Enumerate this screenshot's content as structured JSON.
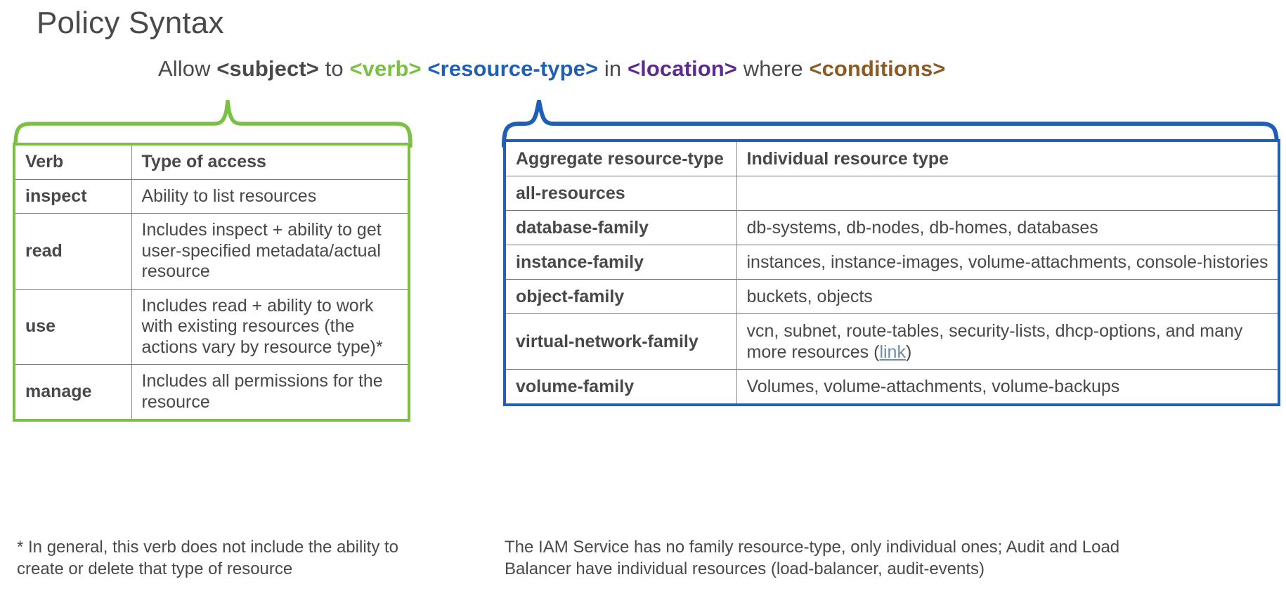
{
  "page_title": "Policy Syntax",
  "colors": {
    "verb_green": "#7ac143",
    "resource_type_blue": "#1f5fb5",
    "location_purple": "#5d2b8e",
    "conditions_brown": "#8c5a22",
    "text_gray": "#494949",
    "link_blue_gray": "#6f8ca6"
  },
  "policy_statement": {
    "full_text": "Allow <subject> to <verb> <resource-type> in <location> where <conditions>",
    "word_allow": "Allow",
    "token_subject": "<subject>",
    "word_to": "to",
    "token_verb": "<verb>",
    "token_resource_type": "<resource-type>",
    "word_in": "in",
    "token_location": "<location>",
    "word_where": "where",
    "token_conditions": "<conditions>"
  },
  "verb_table": {
    "headers": [
      "Verb",
      "Type of access"
    ],
    "rows": [
      {
        "verb": "inspect",
        "access": "Ability to list resources"
      },
      {
        "verb": "read",
        "access": "Includes inspect + ability to get user-specified metadata/actual resource"
      },
      {
        "verb": "use",
        "access": "Includes read + ability to work with existing resources (the actions vary by resource type)*"
      },
      {
        "verb": "manage",
        "access": "Includes all permissions for the resource"
      }
    ]
  },
  "resource_type_table": {
    "headers": [
      "Aggregate resource-type",
      "Individual resource type"
    ],
    "rows": [
      {
        "aggregate": "all-resources",
        "individual": ""
      },
      {
        "aggregate": "database-family",
        "individual": "db-systems, db-nodes, db-homes, databases"
      },
      {
        "aggregate": "instance-family",
        "individual": "instances, instance-images, volume-attachments, console-histories"
      },
      {
        "aggregate": "object-family",
        "individual": "buckets, objects"
      },
      {
        "aggregate": "virtual-network-family",
        "individual_prefix": "vcn, subnet, route-tables, security-lists, dhcp-options, and many more resources (",
        "individual_link": "link",
        "individual_suffix": ")"
      },
      {
        "aggregate": "volume-family",
        "individual": "Volumes, volume-attachments, volume-backups"
      }
    ]
  },
  "footnotes": {
    "verb_note": "* In general, this verb does not include the ability to create or delete that type of resource",
    "resource_type_note": "The IAM Service has no family resource-type, only individual ones; Audit and Load Balancer have individual resources (load-balancer, audit-events)"
  }
}
